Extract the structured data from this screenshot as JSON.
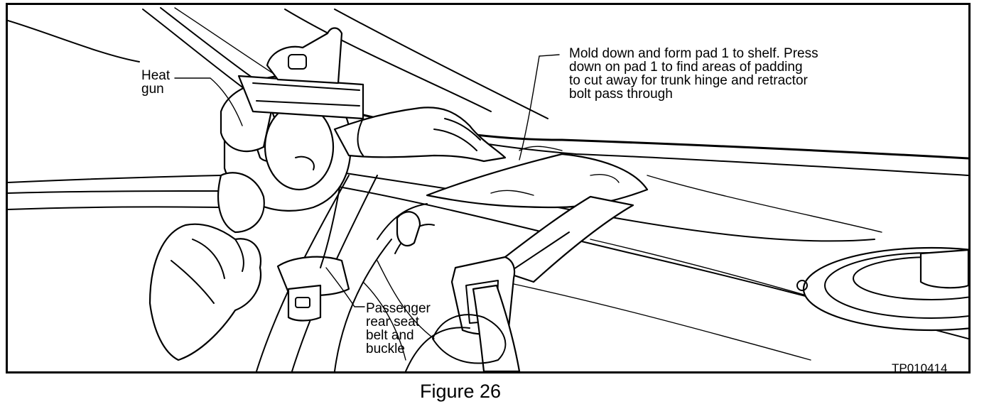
{
  "labels": {
    "heat_gun": "Heat\ngun",
    "mold_instruction": "Mold down and form pad 1 to shelf.  Press\ndown on pad 1 to find areas of padding\nto cut away for trunk hinge and retractor\nbolt pass through",
    "passenger_belt": "Passenger\nrear seat\nbelt and\nbuckle",
    "part_number": "TP010414"
  },
  "caption": "Figure 26"
}
